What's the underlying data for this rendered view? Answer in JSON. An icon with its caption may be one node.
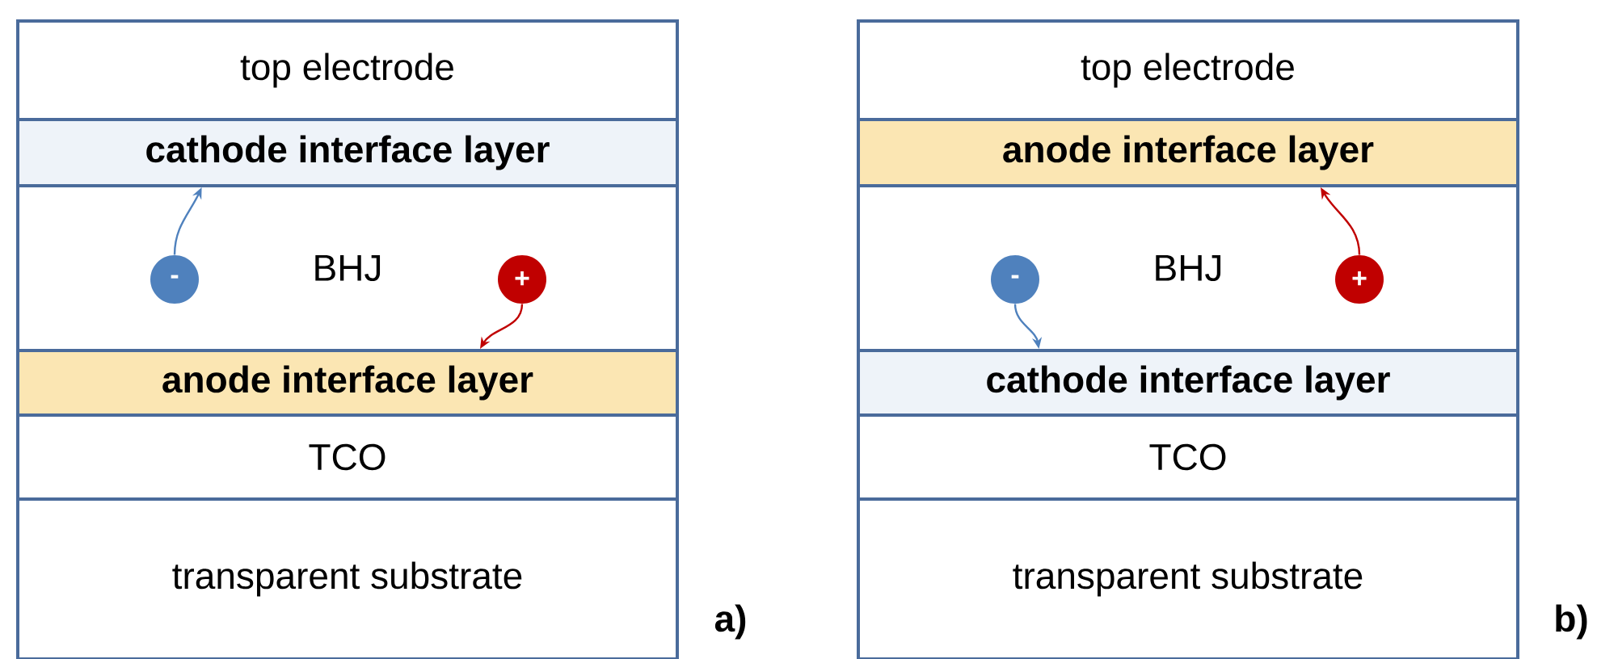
{
  "diagram": {
    "nodes": [
      {
        "text": [
          "top electrode"
        ]
      },
      {
        "text": [
          "cathode interface layer"
        ]
      },
      {
        "text": [
          "BHJ"
        ]
      },
      {
        "text": [
          "anode interface layer"
        ]
      },
      {
        "text": [
          "TCO"
        ]
      },
      {
        "text": [
          "transparent substrate"
        ]
      },
      {
        "text": [
          "-"
        ],
        "in": 2
      },
      {
        "text": [
          "+"
        ],
        "in": 2
      },
      {
        "text": [
          "top electrode"
        ]
      },
      {
        "text": [
          "anode interface layer"
        ]
      },
      {
        "text": [
          "BHJ"
        ]
      },
      {
        "text": [
          "cathode interface layer"
        ]
      },
      {
        "text": [
          "TCO"
        ]
      },
      {
        "text": [
          "transparent substrate"
        ]
      },
      {
        "text": [
          "-"
        ],
        "in": 10
      },
      {
        "text": [
          "+"
        ],
        "in": 10
      }
    ],
    "edges": [
      {
        "from": 6,
        "to": 1,
        "arrow": "to",
        "color": "#4f81bd"
      },
      {
        "from": 7,
        "to": 3,
        "arrow": "to",
        "color": "#c00000"
      },
      {
        "from": 14,
        "to": 11,
        "arrow": "to",
        "color": "#4f81bd"
      },
      {
        "from": 15,
        "to": 9,
        "arrow": "to",
        "color": "#c00000"
      }
    ],
    "labels": [
      "a)",
      "b)"
    ]
  }
}
